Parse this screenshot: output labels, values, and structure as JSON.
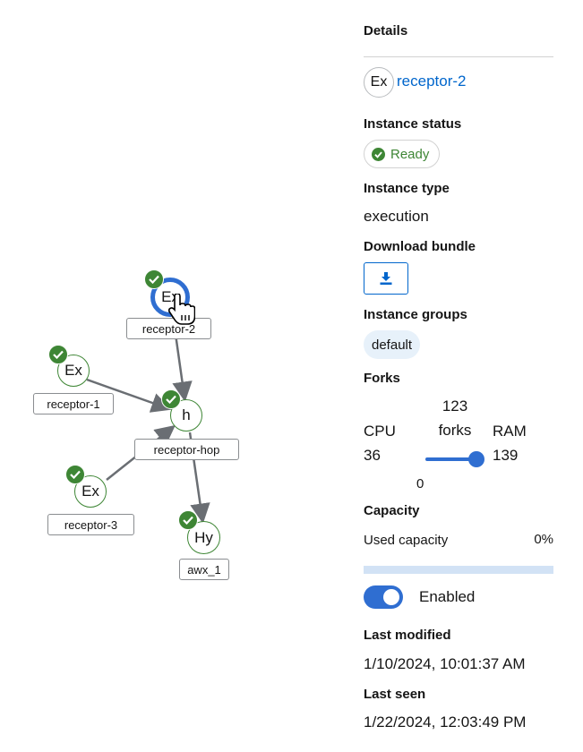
{
  "topology": {
    "nodes": [
      {
        "id": "receptor-2",
        "short": "Ex",
        "label": "receptor-2",
        "selected": true,
        "status": "ready"
      },
      {
        "id": "receptor-1",
        "short": "Ex",
        "label": "receptor-1",
        "selected": false,
        "status": "ready"
      },
      {
        "id": "receptor-hop",
        "short": "h",
        "label": "receptor-hop",
        "selected": false,
        "status": "ready"
      },
      {
        "id": "receptor-3",
        "short": "Ex",
        "label": "receptor-3",
        "selected": false,
        "status": "ready"
      },
      {
        "id": "awx_1",
        "short": "Hy",
        "label": "awx_1",
        "selected": false,
        "status": "ready"
      }
    ],
    "colors": {
      "ready": "#3e8635",
      "selected": "#2f6ed1",
      "edge": "#6a6e73"
    }
  },
  "details": {
    "heading": "Details",
    "instance": {
      "avatar": "Ex",
      "name": "receptor-2"
    },
    "status": {
      "label": "Instance status",
      "value": "Ready",
      "color": "#3e8635"
    },
    "type": {
      "label": "Instance type",
      "value": "execution"
    },
    "download": {
      "label": "Download bundle",
      "icon": "download-icon"
    },
    "groups": {
      "label": "Instance groups",
      "items": [
        "default"
      ]
    },
    "forks": {
      "label": "Forks",
      "cpu_label": "CPU",
      "cpu_value": "36",
      "ram_label": "RAM",
      "ram_value": "139",
      "count": "123",
      "unit": "forks",
      "min": "0",
      "slider_fraction": 1.0
    },
    "capacity": {
      "label": "Capacity",
      "used_label": "Used capacity",
      "used_value": "0%",
      "used_fraction": 0.0
    },
    "enabled": {
      "label": "Enabled",
      "on": true
    },
    "last_modified": {
      "label": "Last modified",
      "value": "1/10/2024, 10:01:37 AM"
    },
    "last_seen": {
      "label": "Last seen",
      "value": "1/22/2024, 12:03:49 PM"
    },
    "accent": "#0066cc"
  }
}
